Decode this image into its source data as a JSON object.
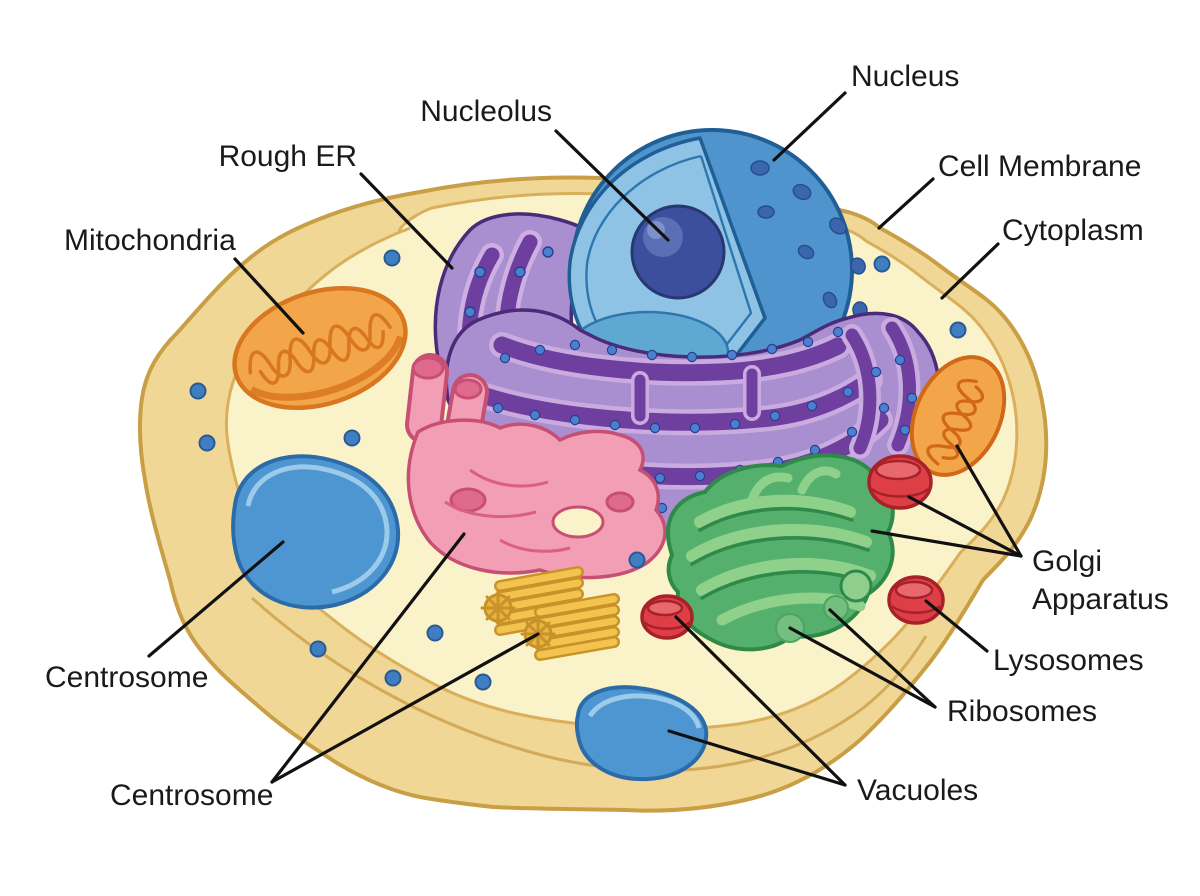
{
  "diagram": {
    "type": "labeled-illustration",
    "subject": "animal cell anatomy",
    "labels": {
      "nucleus": "Nucleus",
      "nucleolus": "Nucleolus",
      "rough_er": "Rough ER",
      "mitochondria": "Mitochondria",
      "cell_membrane": "Cell Membrane",
      "cytoplasm": "Cytoplasm",
      "golgi_line1": "Golgi",
      "golgi_line2": "Apparatus",
      "lysosomes": "Lysosomes",
      "ribosomes": "Ribosomes",
      "vacuoles": "Vacuoles",
      "centrosome_left": "Centrosome",
      "centrosome_bottom": "Centrosome"
    },
    "colors": {
      "membrane_band": "#F1D795",
      "membrane_outline": "#C99F45",
      "cytoplasm_fill": "#FAF3CA",
      "nucleus_outer": "#4F94CC",
      "nucleus_face": "#8FC3E6",
      "nucleus_floor": "#5FA8D2",
      "nucleolus": "#3B4F9E",
      "rough_er_base": "#A98FD0",
      "rough_er_ribbon": "#6E3F9E",
      "smooth_er_pink": "#F29EB4",
      "golgi_green": "#54B06C",
      "mitochondria_orange": "#F2A649",
      "lysosome_red": "#DE3F47",
      "vacuole_blue": "#4D96D2",
      "centriole_yellow": "#F3C44D",
      "ribosome_dot": "#3F7FC1",
      "label_text": "#1A1A1A",
      "leader_line": "#111111"
    }
  }
}
